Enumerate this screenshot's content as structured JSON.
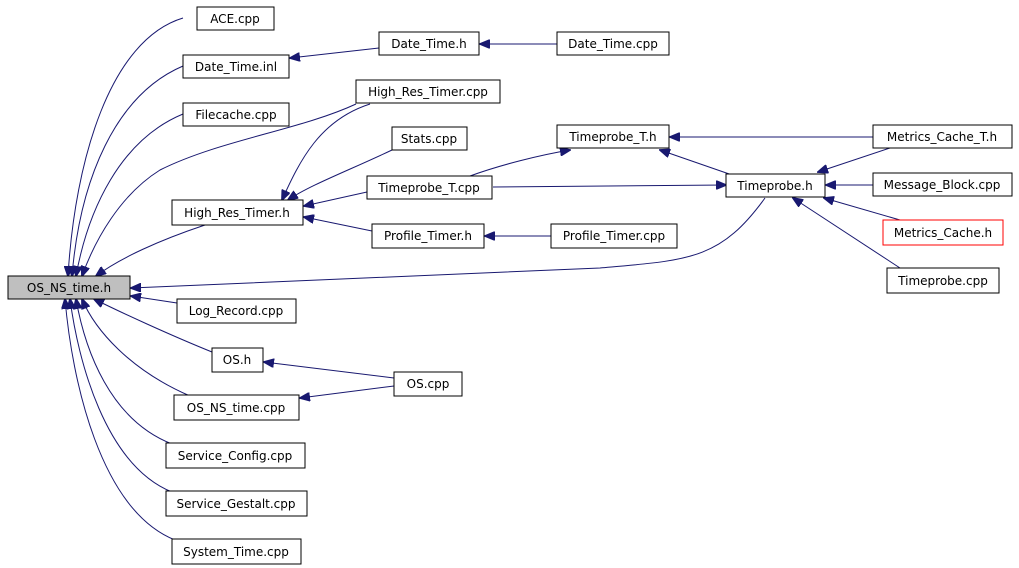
{
  "colors": {
    "edge": "#191970",
    "root_fill": "#bfbfbf",
    "node_fill": "#ffffff",
    "node_border": "#000000",
    "highlight_border": "#ff0000"
  },
  "nodes": {
    "os_ns_time_h": "OS_NS_time.h",
    "ace_cpp": "ACE.cpp",
    "date_time_inl": "Date_Time.inl",
    "date_time_h": "Date_Time.h",
    "date_time_cpp": "Date_Time.cpp",
    "filecache_cpp": "Filecache.cpp",
    "high_res_timer_cpp": "High_Res_Timer.cpp",
    "stats_cpp": "Stats.cpp",
    "high_res_timer_h": "High_Res_Timer.h",
    "timeprobe_t_h": "Timeprobe_T.h",
    "timeprobe_t_cpp": "Timeprobe_T.cpp",
    "timeprobe_h": "Timeprobe.h",
    "metrics_cache_t_h": "Metrics_Cache_T.h",
    "message_block_cpp": "Message_Block.cpp",
    "metrics_cache_h": "Metrics_Cache.h",
    "timeprobe_cpp": "Timeprobe.cpp",
    "profile_timer_h": "Profile_Timer.h",
    "profile_timer_cpp": "Profile_Timer.cpp",
    "log_record_cpp": "Log_Record.cpp",
    "os_h": "OS.h",
    "os_cpp": "OS.cpp",
    "os_ns_time_cpp": "OS_NS_time.cpp",
    "service_config_cpp": "Service_Config.cpp",
    "service_gestalt_cpp": "Service_Gestalt.cpp",
    "system_time_cpp": "System_Time.cpp"
  }
}
